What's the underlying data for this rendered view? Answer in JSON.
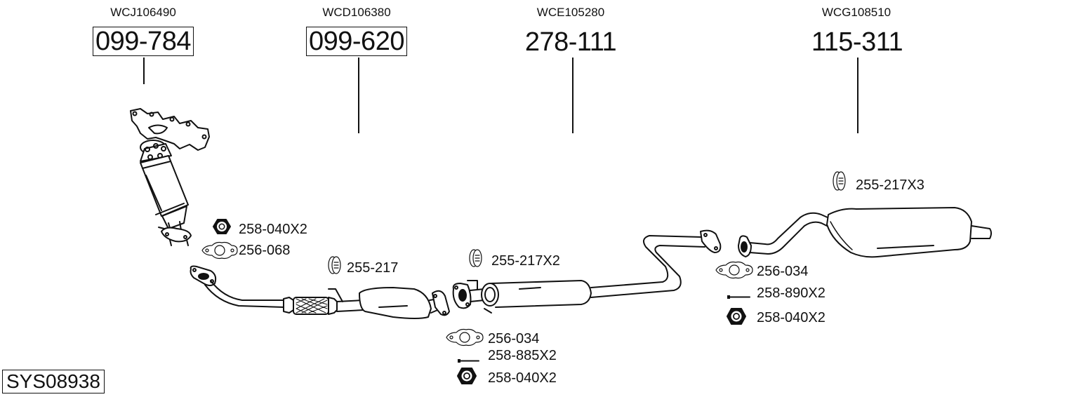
{
  "diagram": {
    "system_code": "SYS08938",
    "sections": [
      {
        "ref": "WCJ106490",
        "part": "099-784",
        "boxed": true,
        "description": "exhaust manifold with catalytic converter"
      },
      {
        "ref": "WCD106380",
        "part": "099-620",
        "boxed": true,
        "description": "front pipe with flex section and catalytic converter"
      },
      {
        "ref": "WCE105280",
        "part": "278-111",
        "boxed": false,
        "description": "centre silencer with pipe"
      },
      {
        "ref": "WCG108510",
        "part": "115-311",
        "boxed": false,
        "description": "rear silencer"
      }
    ],
    "fittings": [
      {
        "icon": "nut-icon",
        "label": "258-040X2"
      },
      {
        "icon": "gasket-icon",
        "label": "256-068"
      },
      {
        "icon": "rubber-mount-icon",
        "label": "255-217"
      },
      {
        "icon": "rubber-mount-icon",
        "label": "255-217X2"
      },
      {
        "icon": "gasket-icon",
        "label": "256-034"
      },
      {
        "icon": "bolt-icon",
        "label": "258-885X2"
      },
      {
        "icon": "nut-icon",
        "label": "258-040X2"
      },
      {
        "icon": "rubber-mount-icon",
        "label": "255-217X3"
      },
      {
        "icon": "gasket-icon",
        "label": "256-034"
      },
      {
        "icon": "bolt-icon",
        "label": "258-890X2"
      },
      {
        "icon": "nut-icon",
        "label": "258-040X2"
      }
    ]
  }
}
